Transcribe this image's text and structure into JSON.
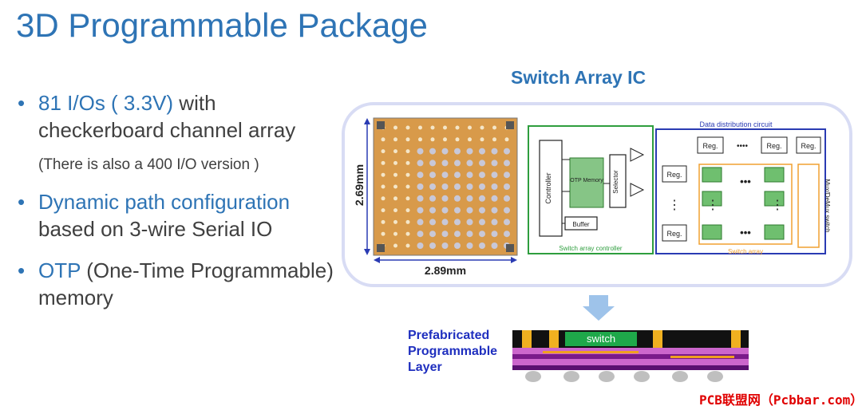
{
  "title": "3D Programmable Package",
  "bullets": [
    {
      "highlight": "81 I/Os ( 3.3V)",
      "text": " with checkerboard channel array"
    },
    {
      "note": "(There is also a 400 I/O version )"
    },
    {
      "highlight": "Dynamic path configuration",
      "text": " based on 3-wire Serial IO"
    },
    {
      "highlight": "OTP",
      "text": " (One-Time Programmable) memory"
    }
  ],
  "diagram": {
    "title": "Switch Array IC",
    "chip_height": "2.69mm",
    "chip_width": "2.89mm",
    "labels": {
      "data_distribution": "Data distribution circuit",
      "controller": "Controller",
      "otp_memory": "OTP Memory",
      "selector": "Selector",
      "buffer": "Buffer",
      "switch_array_controller": "Switch array controller",
      "reg": "Reg.",
      "dots_h": "••••",
      "dots_v": "⋮",
      "dots_mid": "•••",
      "switch_array": "Switch array",
      "mux": "Mux/DeMux switch",
      "switch": "switch"
    },
    "layer_label": [
      "Prefabricated",
      "Programmable",
      "Layer"
    ]
  },
  "watermark": "PCB联盟网（Pcbbar.com）",
  "colors": {
    "accent": "#2E74B5",
    "text": "#404040",
    "frame": "#d8dcf4",
    "green": "#2e9e3e",
    "blue_box": "#2a3bb3",
    "orange": "#f0a030",
    "watermark": "#e00000"
  }
}
